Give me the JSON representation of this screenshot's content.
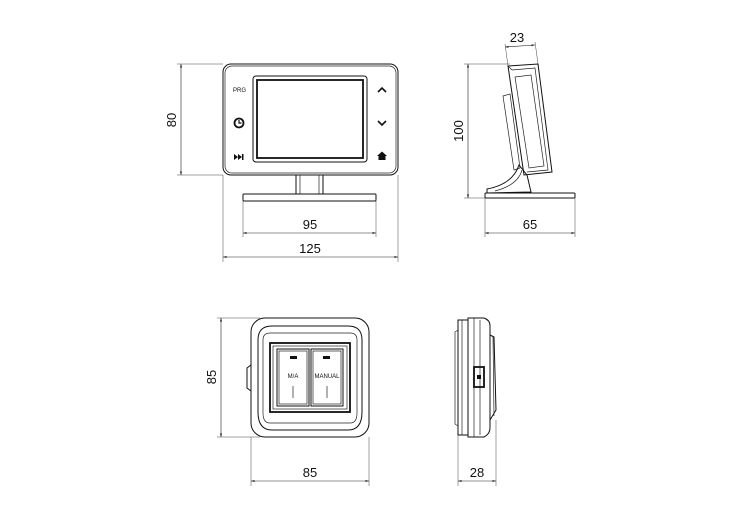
{
  "front_view": {
    "labels": {
      "prg": "PRG"
    },
    "icons": [
      "clock-icon",
      "skip-forward-icon",
      "chevron-up-icon",
      "chevron-down-icon",
      "home-icon"
    ],
    "dimensions": {
      "height": "80",
      "base_width": "95",
      "total_width": "125"
    }
  },
  "side_view": {
    "dimensions": {
      "depth_top": "23",
      "height": "100",
      "base_depth": "65"
    }
  },
  "wall_front_view": {
    "labels": {
      "left_switch": "M/A",
      "right_switch": "MANUAL"
    },
    "dimensions": {
      "height": "85",
      "width": "85"
    }
  },
  "wall_side_view": {
    "dimensions": {
      "depth": "28"
    }
  }
}
